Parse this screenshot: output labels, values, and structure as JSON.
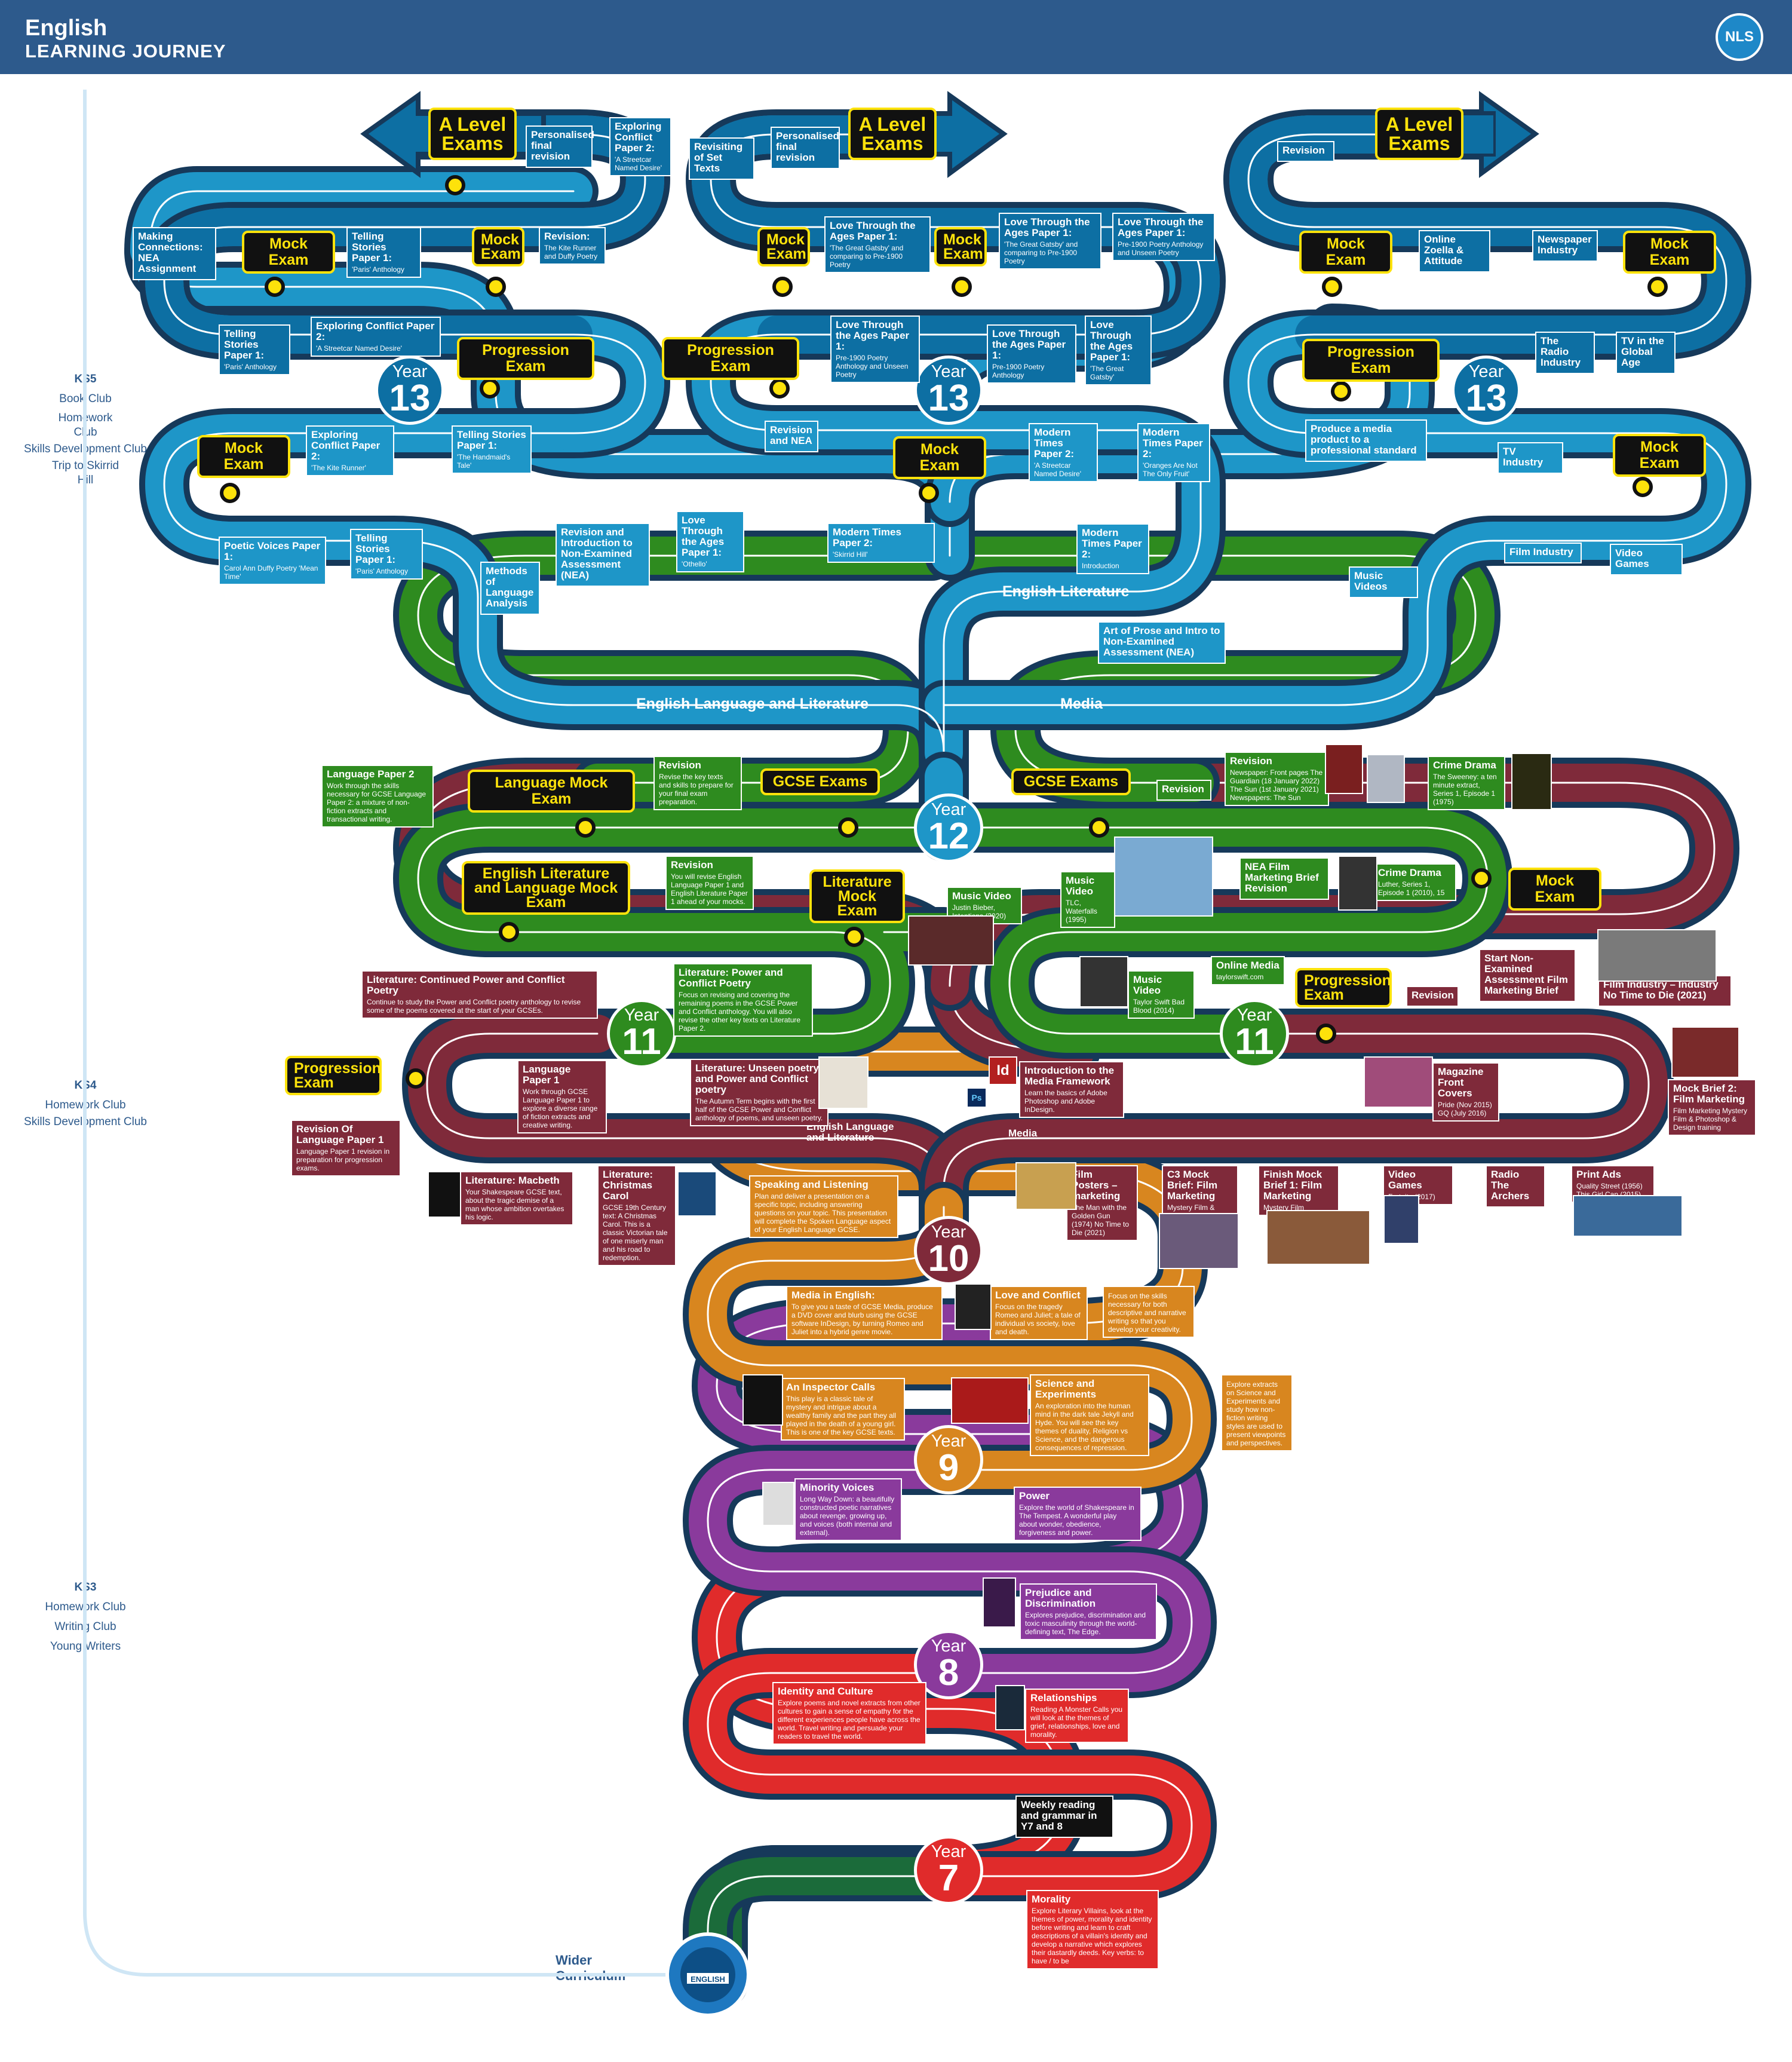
{
  "header": {
    "subject": "English",
    "title": "LEARNING JOURNEY",
    "logo": "NLS"
  },
  "sidebar": {
    "ks5": {
      "title": "KS5",
      "items": [
        "Book Club",
        "Homework Club",
        "Skills Development Club",
        "Trip to Skirrid Hill"
      ]
    },
    "ks4": {
      "title": "KS4",
      "items": [
        "Homework Club",
        "Skills Development Club"
      ]
    },
    "ks3": {
      "title": "KS3",
      "items": [
        "Homework Club",
        "Writing Club",
        "Young Writers"
      ]
    },
    "wider": "Wider Curriculum",
    "badge": "ENGLISH"
  },
  "colors": {
    "header": "#2d5a8c",
    "y7": "#e02b2b",
    "y8": "#8a3a9c",
    "y9": "#d8861f",
    "y10": "#7f2a3a",
    "y11lang": "#7f2a3a",
    "y11lit": "#2e8b1f",
    "y12": "#1e96c8",
    "y13": "#0d6fa3",
    "start": "#1b6b3a",
    "key": "#fde20b"
  },
  "branches": {
    "lang_lit": "English Language and Literature",
    "media": "Media",
    "eng_lit": "English Literature",
    "y10_lang": "English Language and Literature",
    "y10_media": "Media"
  },
  "years": {
    "y7": {
      "w": "Year",
      "n": "7"
    },
    "y8": {
      "w": "Year",
      "n": "8"
    },
    "y9": {
      "w": "Year",
      "n": "9"
    },
    "y10": {
      "w": "Year",
      "n": "10"
    },
    "y11a": {
      "w": "Year",
      "n": "11"
    },
    "y11b": {
      "w": "Year",
      "n": "11"
    },
    "y12": {
      "w": "Year",
      "n": "12"
    },
    "y13a": {
      "w": "Year",
      "n": "13"
    },
    "y13b": {
      "w": "Year",
      "n": "13"
    },
    "y13c": {
      "w": "Year",
      "n": "13"
    }
  },
  "keys": {
    "alevel1": "A Level Exams",
    "alevel2": "A Level Exams",
    "alevel3": "A Level Exams",
    "mock1": "Mock Exam",
    "mock2": "Mock Exam",
    "mock3": "Mock Exam",
    "mock4": "Mock Exam",
    "mock5": "Mock Exam",
    "mock6": "Mock Exam",
    "mock7": "Mock Exam",
    "mock8": "Mock Exam",
    "mock9": "Mock Exam",
    "mock10": "Mock Exam",
    "prog1": "Progression Exam",
    "prog2": "Progression Exam",
    "prog3": "Progression Exam",
    "prog4": "Progression Exam",
    "prog5": "Progression Exam",
    "langmock": "Language Mock Exam",
    "gcse1": "GCSE Exams",
    "gcse2": "GCSE Exams",
    "elmock": "English Literature and Language Mock Exam",
    "litmock": "Literature Mock Exam"
  },
  "boxes": {
    "a1": {
      "t": "Personalised final revision",
      "s": ""
    },
    "a2": {
      "t": "Exploring Conflict Paper 2:",
      "s": "'A Streetcar Named Desire'"
    },
    "a3": {
      "t": "Making Connections: NEA Assignment",
      "s": ""
    },
    "a4": {
      "t": "Telling Stories Paper 1:",
      "s": "'Paris' Anthology"
    },
    "a5": {
      "t": "Revision:",
      "s": "The Kite Runner and Duffy Poetry"
    },
    "a6": {
      "t": "Telling Stories Paper 1:",
      "s": "'Paris' Anthology"
    },
    "a7": {
      "t": "Exploring Conflict Paper 2:",
      "s": "'A Streetcar Named Desire'"
    },
    "a8": {
      "t": "Exploring Conflict Paper 2:",
      "s": "'The Kite Runner'"
    },
    "a9": {
      "t": "Telling Stories Paper 1:",
      "s": "'The Handmaid's Tale'"
    },
    "a10": {
      "t": "Poetic Voices Paper 1:",
      "s": "Carol Ann Duffy Poetry 'Mean Time'"
    },
    "a11": {
      "t": "Telling Stories Paper 1:",
      "s": "'Paris' Anthology"
    },
    "a12": {
      "t": "Revision and Introduction to Non-Examined Assessment (NEA)",
      "s": ""
    },
    "a13": {
      "t": "Methods of Language Analysis",
      "s": ""
    },
    "b1": {
      "t": "Revisiting of Set Texts",
      "s": ""
    },
    "b2": {
      "t": "Personalised final revision",
      "s": ""
    },
    "b3": {
      "t": "Love Through the Ages Paper 1:",
      "s": "'The Great Gatsby' and comparing to Pre-1900 Poetry"
    },
    "b4": {
      "t": "Love Through the Ages Paper 1:",
      "s": "'The Great Gatsby' and comparing to Pre-1900 Poetry"
    },
    "b5": {
      "t": "Love Through the Ages Paper 1:",
      "s": "Pre-1900 Poetry Anthology and Unseen Poetry"
    },
    "b6": {
      "t": "Love Through the Ages Paper 1:",
      "s": "Pre-1900 Poetry Anthology and Unseen Poetry"
    },
    "b7": {
      "t": "Love Through the Ages Paper 1:",
      "s": "Pre-1900 Poetry Anthology"
    },
    "b8": {
      "t": "Love Through the Ages Paper 1:",
      "s": "'The Great Gatsby'"
    },
    "b9": {
      "t": "Revision and NEA",
      "s": ""
    },
    "b10": {
      "t": "Modern Times Paper 2:",
      "s": "'A Streetcar Named Desire'"
    },
    "b11": {
      "t": "Modern Times Paper 2:",
      "s": "'Oranges Are Not The Only Fruit'"
    },
    "b12": {
      "t": "Love Through the Ages Paper 1:",
      "s": "'Othello'"
    },
    "b13": {
      "t": "Modern Times Paper 2:",
      "s": "'Skirrid Hill'"
    },
    "b14": {
      "t": "Modern Times Paper 2:",
      "s": "Introduction"
    },
    "b15": {
      "t": "Art of Prose and Intro to Non-Examined Assessment (NEA)",
      "s": ""
    },
    "c1": {
      "t": "Revision",
      "s": ""
    },
    "c2": {
      "t": "Online Zoella & Attitude",
      "s": ""
    },
    "c3": {
      "t": "Newspaper Industry",
      "s": ""
    },
    "c4": {
      "t": "The Radio Industry",
      "s": ""
    },
    "c5": {
      "t": "TV in the Global Age",
      "s": ""
    },
    "c6": {
      "t": "Produce a media product to a professional standard",
      "s": ""
    },
    "c7": {
      "t": "TV Industry",
      "s": ""
    },
    "c8": {
      "t": "Music Videos",
      "s": ""
    },
    "c9": {
      "t": "Film Industry",
      "s": ""
    },
    "c10": {
      "t": "Video Games",
      "s": ""
    },
    "g1": {
      "t": "Language Paper 2",
      "s": "Work through the skills necessary for GCSE Language Paper 2: a mixture of non-fiction extracts and transactional writing."
    },
    "g2": {
      "t": "Revision",
      "s": "Revise the key texts and skills to prepare for your final exam preparation."
    },
    "g3": {
      "t": "Revision",
      "s": "You will revise English Language Paper 1 and English Literature Paper 1 ahead of your mocks."
    },
    "g4": {
      "t": "Literature: Power and Conflict Poetry",
      "s": "Focus on revising and covering the remaining poems in the GCSE Power and Conflict anthology. You will also revise the other key texts on Literature Paper 2."
    },
    "g5": {
      "t": "Revision",
      "s": ""
    },
    "g6": {
      "t": "Revision",
      "s": "Newspaper: Front pages The Guardian (18 January 2022) The Sun (1st January 2021) Newspapers: The Sun"
    },
    "g7": {
      "t": "Crime Drama",
      "s": "The Sweeney: a ten minute extract, Series 1, Episode 1 (1975)"
    },
    "g8": {
      "t": "Music Video",
      "s": "Justin Bieber, Intentions (2020)"
    },
    "g9": {
      "t": "Music Video",
      "s": "TLC, Waterfalls (1995)"
    },
    "g10": {
      "t": "NEA Film Marketing Brief Revision",
      "s": ""
    },
    "g11": {
      "t": "Crime Drama",
      "s": "Luther, Series 1, Episode 1 (2010), 15"
    },
    "g12": {
      "t": "Online Media",
      "s": "taylorswift.com"
    },
    "g13": {
      "t": "Music Video",
      "s": "Taylor Swift Bad Blood (2014)"
    },
    "m1": {
      "t": "Literature: Continued Power and Conflict Poetry",
      "s": "Continue to study the Power and Conflict poetry anthology to revise some of the poems covered at the start of your GCSEs."
    },
    "m2": {
      "t": "Language Paper 1",
      "s": "Work through GCSE Language Paper 1 to explore a diverse range of fiction extracts and creative writing."
    },
    "m3": {
      "t": "Literature: Unseen poetry and Power and Conflict poetry",
      "s": "The Autumn Term begins with the first half of the GCSE Power and Conflict anthology of poems, and unseen poetry."
    },
    "m4": {
      "t": "Revision Of Language Paper 1",
      "s": "Language Paper 1 revision in preparation for progression exams."
    },
    "m5": {
      "t": "Literature: Macbeth",
      "s": "Your Shakespeare GCSE text, about the tragic demise of a man whose ambition overtakes his logic."
    },
    "m6": {
      "t": "Literature: Christmas Carol",
      "s": "GCSE 19th Century text: A Christmas Carol. This is a classic Victorian tale of one miserly man and his road to redemption."
    },
    "m7": {
      "t": "Revision",
      "s": ""
    },
    "m8": {
      "t": "Start Non-Examined Assessment Film Marketing Brief",
      "s": ""
    },
    "m9": {
      "t": "Film Industry – Industry No Time to Die (2021)",
      "s": ""
    },
    "m10": {
      "t": "Introduction to the Media Framework",
      "s": "Learn the basics of Adobe Photoshop and Adobe InDesign."
    },
    "m11": {
      "t": "Magazine Front Covers",
      "s": "Pride (Nov 2015) GQ (July 2016)"
    },
    "m12": {
      "t": "Mock Brief 2: Film Marketing",
      "s": "Film Marketing Mystery Film & Photoshop & Design training"
    },
    "m13": {
      "t": "Film Posters – marketing",
      "s": "The Man with the Golden Gun (1974) No Time to Die (2021)"
    },
    "m14": {
      "t": "C3 Mock Brief: Film Marketing",
      "s": "Mystery Film & Photoshop & Design Training"
    },
    "m15": {
      "t": "Finish Mock Brief 1: Film Marketing",
      "s": "Mystery Film"
    },
    "m16": {
      "t": "Video Games",
      "s": "Fortnite (2017)"
    },
    "m17": {
      "t": "Radio The Archers",
      "s": ""
    },
    "m18": {
      "t": "Print Ads",
      "s": "Quality Street (1956) This Girl Can (2015)"
    },
    "o1": {
      "t": "Speaking and Listening",
      "s": "Plan and deliver a presentation on a specific topic, including answering questions on your topic. This presentation will complete the Spoken Language aspect of your English Language GCSE."
    },
    "o2": {
      "t": "Media in English:",
      "s": "To give you a taste of GCSE Media, produce a DVD cover and blurb using the GCSE software InDesign, by turning Romeo and Juliet into a hybrid genre movie."
    },
    "o3": {
      "t": "Love and Conflict",
      "s": "Focus on the tragedy Romeo and Juliet; a tale of individual vs society, love and death."
    },
    "o4": {
      "t": "",
      "s": "Focus on the skills necessary for both descriptive and narrative writing so that you develop your creativity."
    },
    "o5": {
      "t": "An Inspector Calls",
      "s": "This play is a classic tale of mystery and intrigue about a wealthy family and the part they all played in the death of a young girl. This is one of the key GCSE texts."
    },
    "o6": {
      "t": "Science and Experiments",
      "s": "An exploration into the human mind in the dark tale Jekyll and Hyde. You will see the key themes of duality, Religion vs Science, and the dangerous consequences of repression."
    },
    "o7": {
      "t": "",
      "s": "Explore extracts on Science and Experiments and study how non-fiction writing styles are used to present viewpoints and perspectives."
    },
    "p1": {
      "t": "Minority Voices",
      "s": "Long Way Down: a beautifully constructed poetic narratives about revenge, growing up, and voices (both internal and external)."
    },
    "p2": {
      "t": "Power",
      "s": "Explore the world of Shakespeare in The Tempest. A wonderful play about wonder, obedience, forgiveness and power."
    },
    "p3": {
      "t": "Prejudice and Discrimination",
      "s": "Explores prejudice, discrimination and toxic masculinity through the world-defining text, The Edge."
    },
    "r1": {
      "t": "Identity and Culture",
      "s": "Explore poems and novel extracts from other cultures to gain a sense of empathy for the different experiences people have across the world. Travel writing and persuade your readers to travel the world."
    },
    "r2": {
      "t": "Relationships",
      "s": "Reading A Monster Calls you will look at the themes of grief, relationships, love and morality."
    },
    "r3": {
      "t": "Weekly reading and grammar in Y7 and 8",
      "s": ""
    },
    "r4": {
      "t": "Morality",
      "s": "Explore Literary Villains, look at the themes of power, morality and identity before writing and learn to craft descriptions of a villain's identity and develop a narrative which explores their dastardly deeds. Key verbs: to have / to be"
    }
  },
  "icons": {
    "id": "Id",
    "ps": "Ps"
  }
}
